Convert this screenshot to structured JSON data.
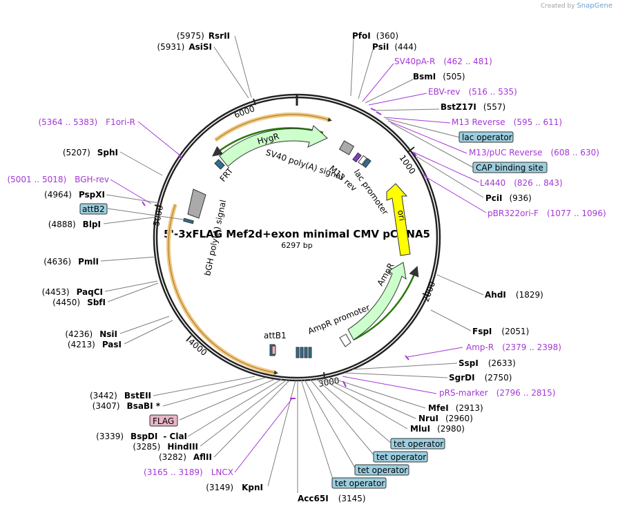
{
  "branding": {
    "prefix": "Created by",
    "name": "SnapGene"
  },
  "map": {
    "title": "5'-3xFLAG Mef2d+exon minimal CMV pCDNA5",
    "length_label": "6297 bp",
    "length": 6297,
    "ticks": [
      "1000",
      "2000",
      "3000",
      "4000",
      "5000",
      "6000"
    ]
  },
  "enzymes_right": [
    {
      "name": "PfoI",
      "pos": "(360)"
    },
    {
      "name": "PsiI",
      "pos": "(444)"
    },
    {
      "name": "BsmI",
      "pos": "(505)"
    },
    {
      "name": "BstZ17I",
      "pos": "(557)"
    },
    {
      "name": "PciI",
      "pos": "(936)"
    },
    {
      "name": "AhdI",
      "pos": "(1829)"
    },
    {
      "name": "FspI",
      "pos": "(2051)"
    },
    {
      "name": "SspI",
      "pos": "(2633)"
    },
    {
      "name": "SgrDI",
      "pos": "(2750)"
    },
    {
      "name": "MfeI",
      "pos": "(2913)"
    },
    {
      "name": "NruI",
      "pos": "(2960)"
    },
    {
      "name": "MluI",
      "pos": "(2980)"
    },
    {
      "name": "Acc65I",
      "pos": "(3145)"
    }
  ],
  "enzymes_left": [
    {
      "name": "RsrII",
      "pos": "(5975)"
    },
    {
      "name": "AsiSI",
      "pos": "(5931)"
    },
    {
      "name": "SphI",
      "pos": "(5207)"
    },
    {
      "name": "PspXI",
      "pos": "(4964)"
    },
    {
      "name": "BlpI",
      "pos": "(4888)"
    },
    {
      "name": "PmlI",
      "pos": "(4636)"
    },
    {
      "name": "PaqCI",
      "pos": "(4453)"
    },
    {
      "name": "SbfI",
      "pos": "(4450)"
    },
    {
      "name": "NsiI",
      "pos": "(4236)"
    },
    {
      "name": "PasI",
      "pos": "(4213)"
    },
    {
      "name": "BstEII",
      "pos": "(3442)"
    },
    {
      "name": "BsaBI *",
      "pos": "(3407)"
    },
    {
      "name": "BspDI",
      "pos": "(3339)",
      "alt": "- ClaI"
    },
    {
      "name": "HindIII",
      "pos": "(3285)"
    },
    {
      "name": "AflII",
      "pos": "(3282)"
    },
    {
      "name": "KpnI",
      "pos": "(3149)"
    }
  ],
  "primers": [
    {
      "name": "SV40pA-R",
      "range": "(462 .. 481)"
    },
    {
      "name": "EBV-rev",
      "range": "(516 .. 535)"
    },
    {
      "name": "M13 Reverse",
      "range": "(595 .. 611)"
    },
    {
      "name": "M13/pUC Reverse",
      "range": "(608 .. 630)"
    },
    {
      "name": "L4440",
      "range": "(826 .. 843)"
    },
    {
      "name": "pBR322ori-F",
      "range": "(1077 .. 1096)"
    },
    {
      "name": "Amp-R",
      "range": "(2379 .. 2398)"
    },
    {
      "name": "pRS-marker",
      "range": "(2796 .. 2815)"
    },
    {
      "name": "LNCX",
      "range": "(3165 .. 3189)"
    },
    {
      "name": "F1ori-R",
      "range": "(5364 .. 5383)"
    },
    {
      "name": "BGH-rev",
      "range": "(5001 .. 5018)"
    }
  ],
  "boxed_labels": [
    "lac operator",
    "CAP binding site",
    "attB2",
    "FLAG",
    "tet operator",
    "tet operator",
    "tet operator",
    "tet operator"
  ],
  "features": {
    "sv40": "SV40 poly(A) signal",
    "m13rev": "M13 rev",
    "lacpromoter": "lac promoter",
    "ori": "ori",
    "ampr": "AmpR",
    "amprpromoter": "AmpR promoter",
    "attb1": "attB1",
    "bgh": "bGH poly(A) signal",
    "hygr": "HygR",
    "frt": "FRT"
  },
  "colors": {
    "backbone": "#222222",
    "primer": "#a436d6",
    "boxed": "#9ccfe0",
    "flag_box": "#e7b6c6",
    "ori": "#ffff00",
    "resistance": "#ccffcc",
    "orange_arc": "#f0c880"
  }
}
